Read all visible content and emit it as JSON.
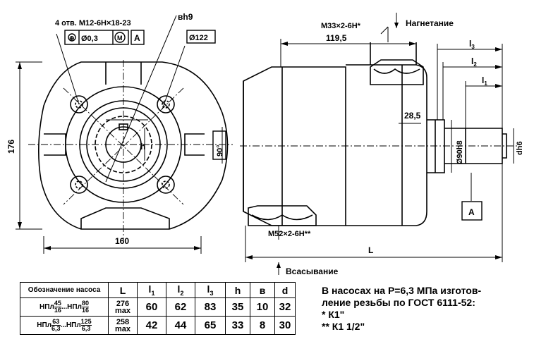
{
  "drawing": {
    "holes_callout": "4 отв. М12-6Н×18-23",
    "tolerance_position": "Ø0,3",
    "tolerance_mod": "M",
    "datum": "A",
    "key_fit": "вh9",
    "diam_circle": "Ø122",
    "angle": "90°",
    "h_label": "h",
    "height_dim": "176",
    "width_dim": "160",
    "thread_outlet": "М33×2-6Н*",
    "outlet_label": "Нагнетание",
    "dim_119_5": "119,5",
    "dim_28_5": "28,5",
    "shaft_diam": "Ø90h8",
    "shaft_d": "dh6",
    "l3": "l3",
    "l2": "l2",
    "l1": "l1",
    "datum_box": "A",
    "thread_inlet": "М52×2-6Н**",
    "length": "L",
    "inlet_label": "Всасывание"
  },
  "table": {
    "headers": [
      "Обозначение насоса",
      "L",
      "l1",
      "l2",
      "l3",
      "h",
      "в",
      "d"
    ],
    "rows": [
      {
        "name_a": "НПл",
        "a_num": "45",
        "a_den": "16",
        "sep": "...",
        "name_b": "НПл",
        "b_num": "80",
        "b_den": "16",
        "L_val": "276",
        "L_note": "max",
        "l1": "60",
        "l2": "62",
        "l3": "83",
        "h": "35",
        "v": "10",
        "d": "32"
      },
      {
        "name_a": "НПл",
        "a_num": "63",
        "a_den": "6,3",
        "sep": "...",
        "name_b": "НПл",
        "b_num": "125",
        "b_den": "6,3",
        "L_val": "258",
        "L_note": "max",
        "l1": "42",
        "l2": "44",
        "l3": "65",
        "h": "33",
        "v": "8",
        "d": "30"
      }
    ]
  },
  "note": {
    "line1": "В насосах на Р=6,3 МПа изготов-",
    "line2": "ление резьбы по ГОСТ 6111-52:",
    "line3": "* К1\"",
    "line4": "** К1 1/2\""
  }
}
